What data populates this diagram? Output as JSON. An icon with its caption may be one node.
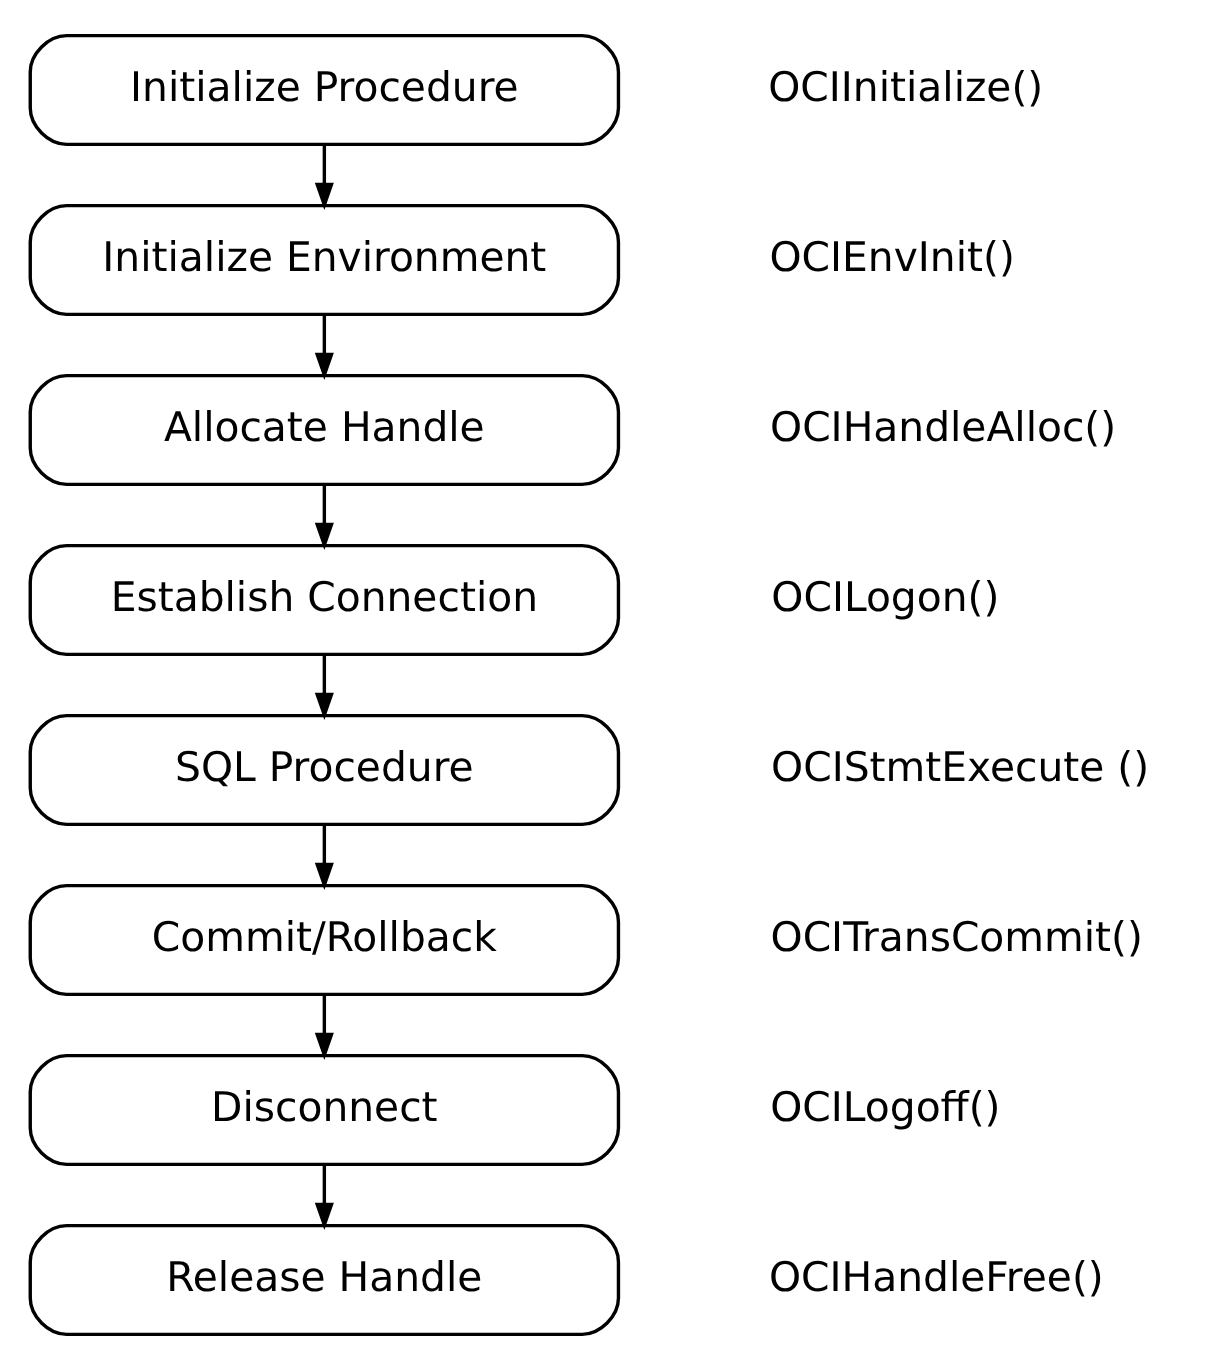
{
  "diagram": {
    "nodes": [
      {
        "text": [
          "Initialize Procedure"
        ],
        "beside": [
          "OCIInitialize()"
        ]
      },
      {
        "text": [
          "Initialize Environment"
        ],
        "beside": [
          "OCIEnvInit()"
        ]
      },
      {
        "text": [
          "Allocate Handle"
        ],
        "beside": [
          "OCIHandleAlloc()"
        ]
      },
      {
        "text": [
          "Establish Connection"
        ],
        "beside": [
          "OCILogon()"
        ]
      },
      {
        "text": [
          "SQL Procedure"
        ],
        "beside": [
          "OCIStmtExecute ()"
        ]
      },
      {
        "text": [
          "Commit/Rollback"
        ],
        "beside": [
          "OCITransCommit()"
        ]
      },
      {
        "text": [
          "Disconnect"
        ],
        "beside": [
          "OCILogoff()"
        ]
      },
      {
        "text": [
          "Release Handle"
        ],
        "beside": [
          "OCIHandleFree()"
        ]
      }
    ],
    "edges": [
      {
        "from": 0,
        "to": 1,
        "arrow": "to"
      },
      {
        "from": 1,
        "to": 2,
        "arrow": "to"
      },
      {
        "from": 2,
        "to": 3,
        "arrow": "to"
      },
      {
        "from": 3,
        "to": 4,
        "arrow": "to"
      },
      {
        "from": 4,
        "to": 5,
        "arrow": "to"
      },
      {
        "from": 5,
        "to": 6,
        "arrow": "to"
      },
      {
        "from": 6,
        "to": 7,
        "arrow": "to"
      }
    ]
  }
}
